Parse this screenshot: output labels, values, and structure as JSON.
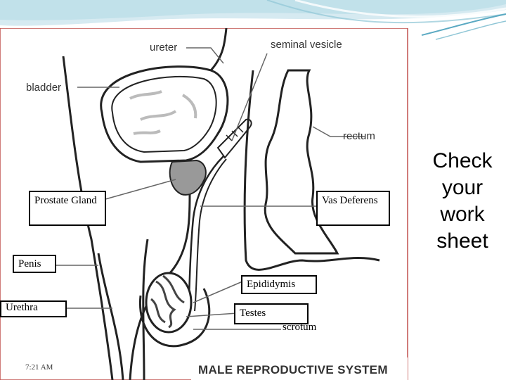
{
  "diagram": {
    "title": "MALE REPRODUCTIVE SYSTEM",
    "printed_labels": {
      "ureter": "ureter",
      "seminal_vesicle": "seminal vesicle",
      "bladder": "bladder",
      "rectum": "rectum"
    },
    "answer_boxes": {
      "prostate": "Prostate Gland",
      "vas_deferens": "Vas Deferens",
      "penis": "Penis",
      "epididymis": "Epididymis",
      "urethra": "Urethra",
      "testes": "Testes",
      "scrotum": "scrotum"
    }
  },
  "side_note": [
    "Check",
    "your",
    "work",
    "sheet"
  ],
  "footer": {
    "time": "7:21 AM"
  },
  "colors": {
    "accent": "#b7dde8",
    "border": "#c0504d",
    "organ_fill": "#999999"
  }
}
